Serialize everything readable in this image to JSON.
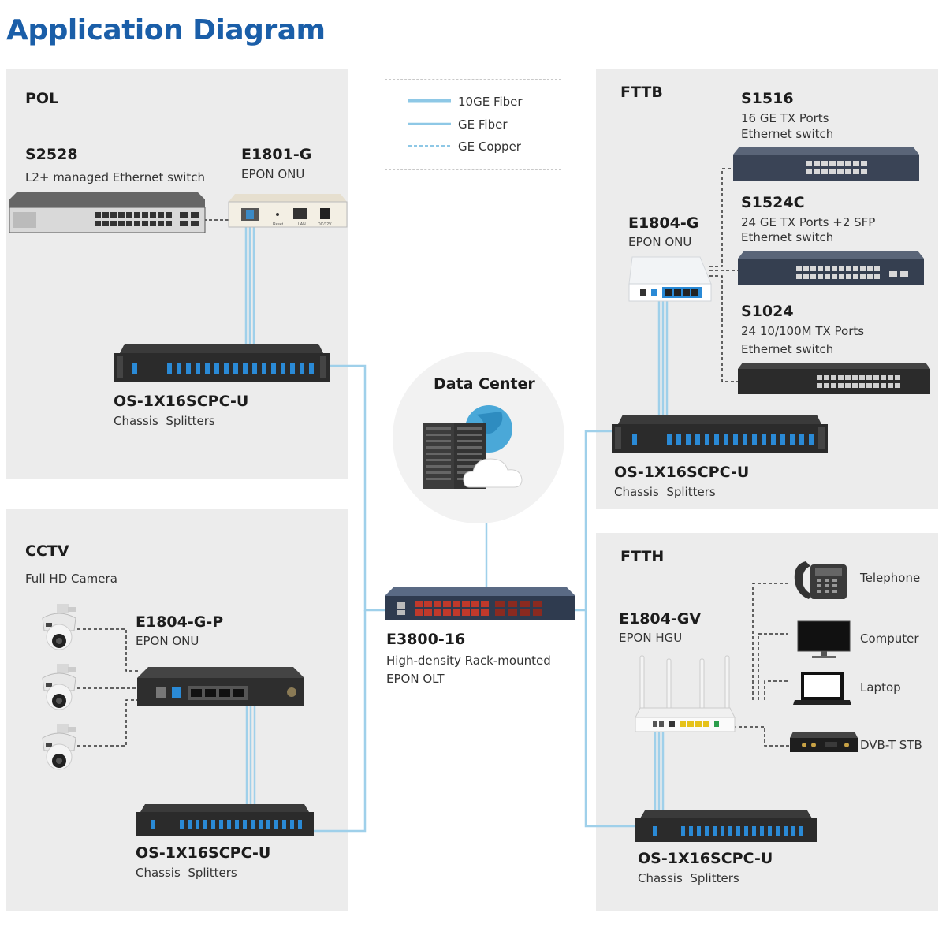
{
  "title": "Application Diagram",
  "legend": {
    "items": [
      {
        "label": "10GE Fiber",
        "style": "thick-solid",
        "color": "#8ec8e6"
      },
      {
        "label": "GE Fiber",
        "style": "thin-solid",
        "color": "#8ec8e6"
      },
      {
        "label": "GE Copper",
        "style": "dashed",
        "color": "#8ec8e6"
      }
    ]
  },
  "colors": {
    "fiber": "#8ec8e6",
    "panel": "#ececec",
    "title": "#1a5ea8",
    "copper": "#333333"
  },
  "pol": {
    "section": "POL",
    "s2528": {
      "model": "S2528",
      "desc": "L2+ managed Ethernet switch"
    },
    "e1801g": {
      "model": "E1801-G",
      "desc": "EPON ONU",
      "ports": [
        "Reset",
        "LAN",
        "DC/12V"
      ]
    },
    "splitter": {
      "model": "OS-1X16SCPC-U",
      "desc": "Chassis  Splitters"
    }
  },
  "cctv": {
    "section": "CCTV",
    "camera_label": "Full HD Camera",
    "onu": {
      "model": "E1804-G-P",
      "desc": "EPON ONU"
    },
    "splitter": {
      "model": "OS-1X16SCPC-U",
      "desc": "Chassis  Splitters"
    }
  },
  "center": {
    "data_center": "Data Center",
    "olt": {
      "model": "E3800-16",
      "desc1": "High-density Rack-mounted",
      "desc2": "EPON OLT"
    }
  },
  "fttb": {
    "section": "FTTB",
    "onu": {
      "model": "E1804-G",
      "desc": "EPON ONU"
    },
    "s1516": {
      "model": "S1516",
      "desc1": "16 GE TX Ports",
      "desc2": "Ethernet switch"
    },
    "s1524c": {
      "model": "S1524C",
      "desc1": "24 GE TX Ports +2 SFP",
      "desc2": "Ethernet switch"
    },
    "s1024": {
      "model": "S1024",
      "desc1": "24 10/100M TX Ports",
      "desc2": "Ethernet switch"
    },
    "splitter": {
      "model": "OS-1X16SCPC-U",
      "desc": "Chassis  Splitters"
    }
  },
  "ftth": {
    "section": "FTTH",
    "hgu": {
      "model": "E1804-GV",
      "desc": "EPON HGU"
    },
    "devices": [
      "Telephone",
      "Computer",
      "Laptop",
      "DVB-T STB"
    ],
    "splitter": {
      "model": "OS-1X16SCPC-U",
      "desc": "Chassis  Splitters"
    }
  }
}
